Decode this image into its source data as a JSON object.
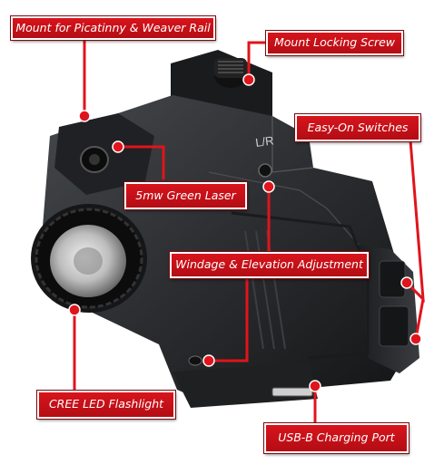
{
  "callouts": {
    "mount_rail": "Mount for Picatinny & Weaver Rail",
    "locking_screw": "Mount Locking Screw",
    "easy_on": "Easy-On Switches",
    "green_laser": "5mw Green Laser",
    "windage": "Windage & Elevation Adjustment",
    "cree_led": "CREE LED Flashlight",
    "usb_port": "USB-B Charging Port"
  },
  "device_mark": "L/R",
  "colors": {
    "callout_red": "#d8141c",
    "leader_red": "#e0141c",
    "device_body": "#2b2d30"
  }
}
